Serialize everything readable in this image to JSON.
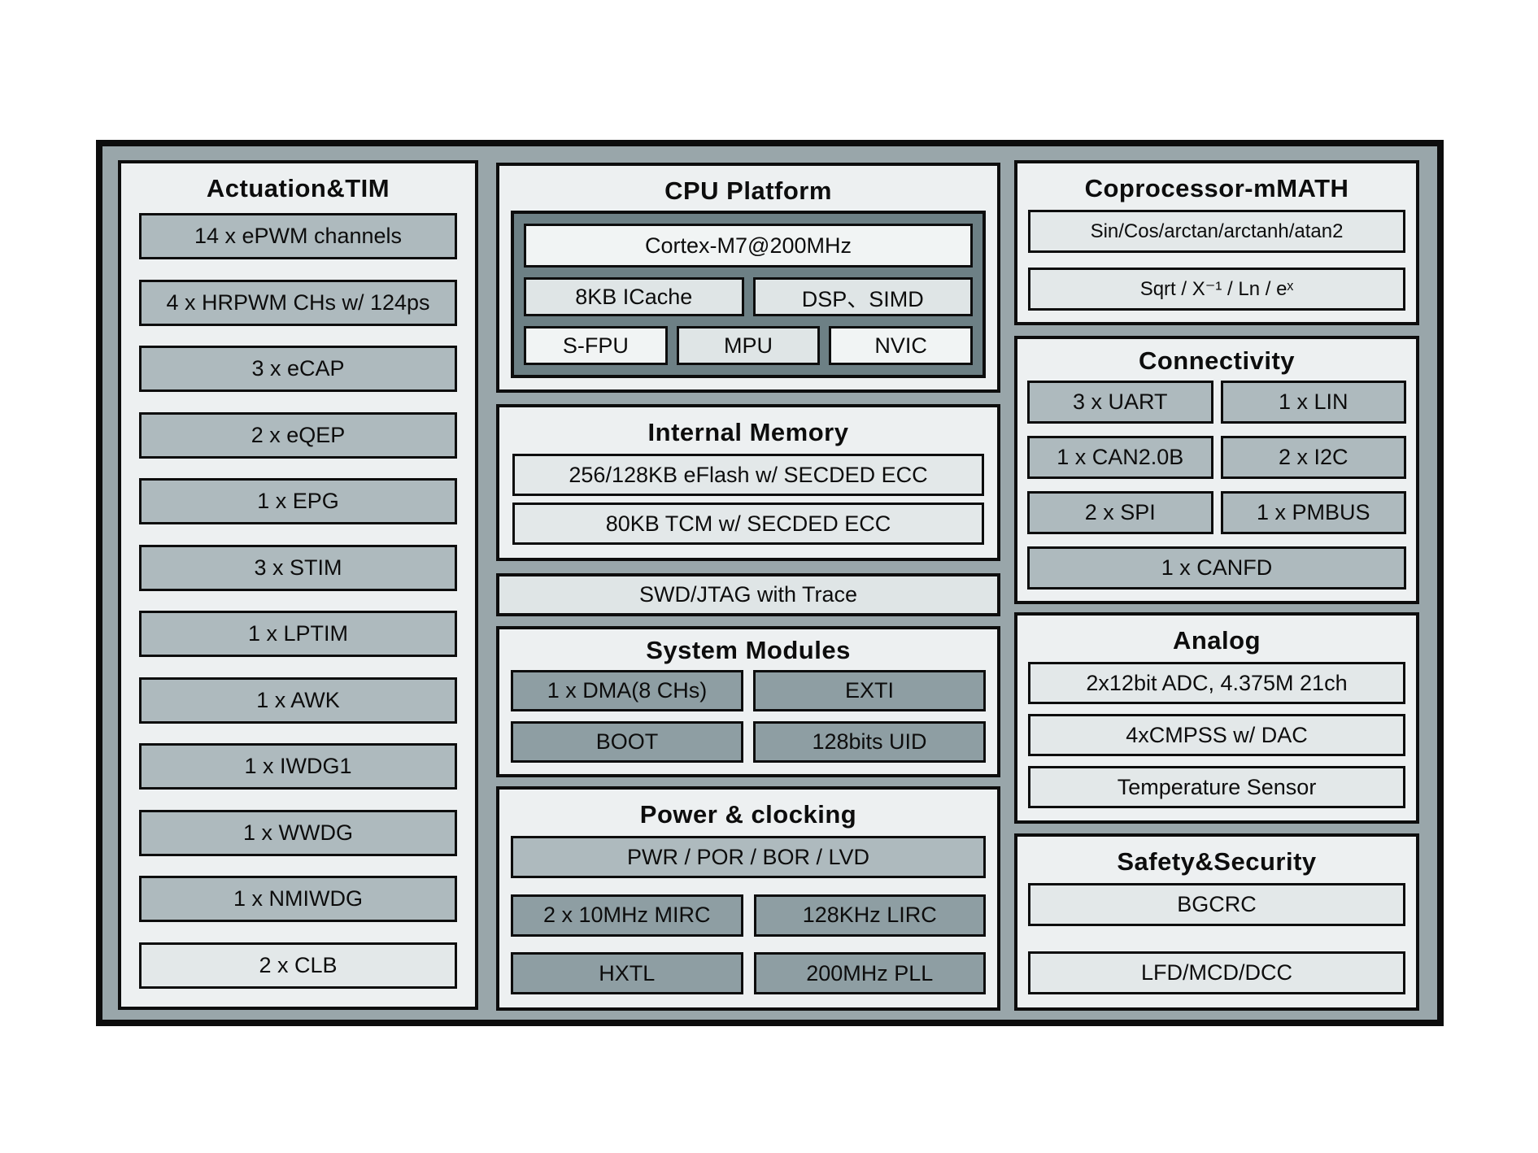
{
  "colors": {
    "chip_band": "#99a6aa",
    "section_bg": "#edf0f1",
    "box_medium": "#aebabe",
    "box_dark": "#8e9ea3",
    "box_light": "#e3e8e9",
    "box_white": "#f1f4f4",
    "cpu_inner": "#6d8085",
    "border": "#0d0d0d"
  },
  "left": {
    "title": "Actuation&TIM",
    "items": [
      "14 x ePWM channels",
      "4 x HRPWM CHs w/ 124ps",
      "3 x eCAP",
      "2 x eQEP",
      "1 x EPG",
      "3 x STIM",
      "1 x LPTIM",
      "1 x AWK",
      "1 x IWDG1",
      "1 x WWDG",
      "1 x NMIWDG",
      "2 x CLB"
    ]
  },
  "cpu": {
    "title": "CPU Platform",
    "core": "Cortex-M7@200MHz",
    "row2": [
      "8KB ICache",
      "DSP、SIMD"
    ],
    "row3": [
      "S-FPU",
      "MPU",
      "NVIC"
    ]
  },
  "memory": {
    "title": "Internal Memory",
    "items": [
      "256/128KB eFlash w/ SECDED ECC",
      "80KB TCM w/ SECDED ECC"
    ]
  },
  "debug": {
    "label": "SWD/JTAG with Trace"
  },
  "system": {
    "title": "System Modules",
    "items": [
      "1 x DMA(8 CHs)",
      "EXTI",
      "BOOT",
      "128bits UID"
    ]
  },
  "power": {
    "title": "Power & clocking",
    "wide": "PWR / POR / BOR / LVD",
    "items": [
      "2 x 10MHz MIRC",
      "128KHz LIRC",
      "HXTL",
      "200MHz PLL"
    ]
  },
  "coprocessor": {
    "title": "Coprocessor-mMATH",
    "items": [
      "Sin/Cos/arctan/arctanh/atan2",
      "Sqrt / X⁻¹ / Ln / eˣ"
    ]
  },
  "connectivity": {
    "title": "Connectivity",
    "items": [
      "3 x UART",
      "1 x LIN",
      "1 x CAN2.0B",
      "2 x I2C",
      "2 x SPI",
      "1 x PMBUS"
    ],
    "wide": "1 x CANFD"
  },
  "analog": {
    "title": "Analog",
    "items": [
      "2x12bit ADC, 4.375M 21ch",
      "4xCMPSS w/ DAC",
      "Temperature Sensor"
    ]
  },
  "safety": {
    "title": "Safety&Security",
    "items": [
      "BGCRC",
      "LFD/MCD/DCC"
    ]
  }
}
